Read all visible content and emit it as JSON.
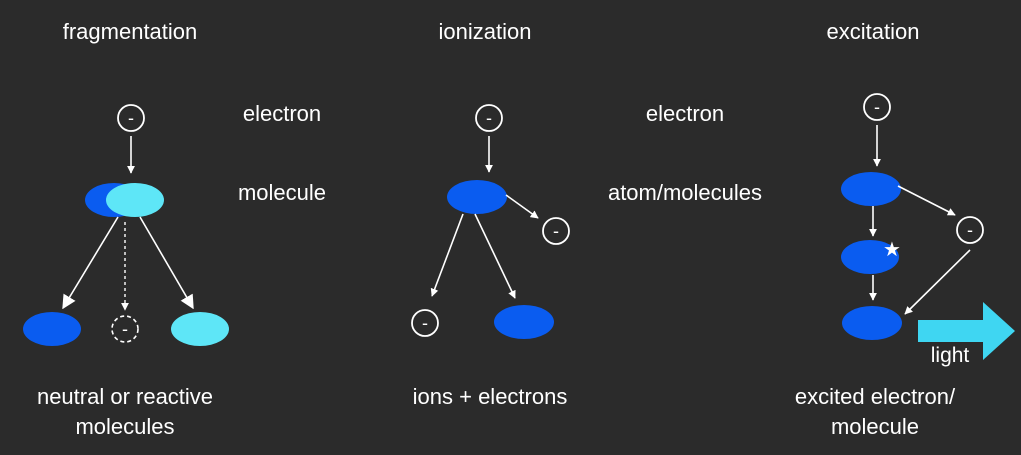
{
  "titles": {
    "fragmentation": "fragmentation",
    "ionization": "ionization",
    "excitation": "excitation"
  },
  "labels": {
    "electron_left": "electron",
    "electron_right": "electron",
    "molecule": "molecule",
    "atom_molecules": "atom/molecules",
    "light": "light"
  },
  "captions": {
    "fragmentation_line1": "neutral or reactive",
    "fragmentation_line2": "molecules",
    "ionization": "ions + electrons",
    "excitation_line1": "excited electron/",
    "excitation_line2": "molecule"
  },
  "symbols": {
    "electron": "-",
    "excited": "★"
  },
  "colors": {
    "background": "#2b2b2b",
    "blue": "#0a5cf0",
    "cyan": "#5ee6f7",
    "arrow": "#ffffff",
    "light_arrow": "#3fd6f2"
  }
}
